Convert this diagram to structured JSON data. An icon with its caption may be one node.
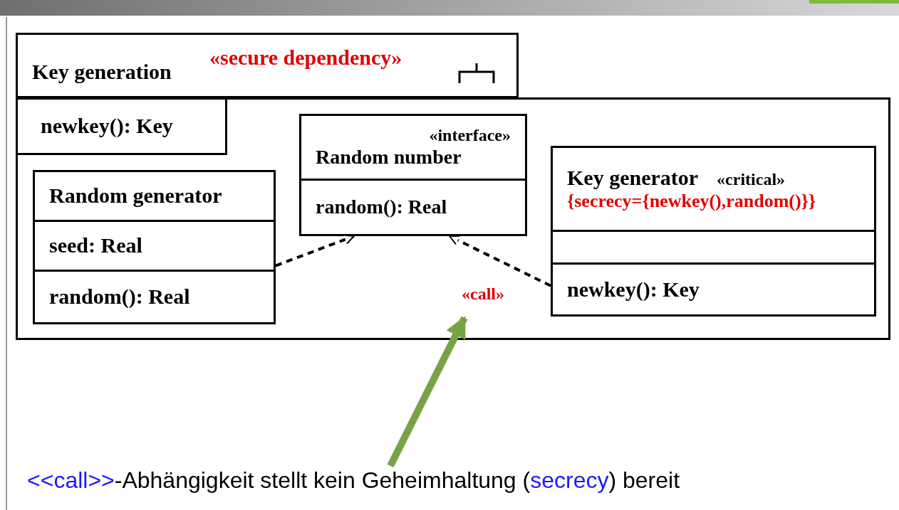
{
  "diagram": {
    "nodes": [
      {
        "text": [
          "Key generation",
          "«secure dependency»"
        ]
      },
      {
        "text": [
          "newkey(): Key"
        ],
        "in": 0
      },
      {
        "text": [
          "Random generator",
          "seed: Real",
          "random(): Real"
        ],
        "in": 0
      },
      {
        "text": [
          "«interface»",
          "Random number",
          "random(): Real"
        ],
        "in": 0
      },
      {
        "text": [
          "Key generator",
          "«critical»",
          "{secrecy={newkey(),random()}}",
          "newkey(): Key"
        ],
        "in": 0
      },
      {
        "text": [
          "*<<call>>*-Abhängigkeit stellt kein Geheimhaltung (*secrecy*) bereit"
        ]
      }
    ],
    "edges": [
      {
        "from": 2,
        "to": 3,
        "arrow": "to",
        "style": "dashed"
      },
      {
        "from": 4,
        "to": 3,
        "arrow": "to",
        "style": "dashed",
        "label": "«call»"
      },
      {
        "from": 5,
        "to": 0,
        "arrow": "to",
        "style": "thick",
        "color": "#77a345"
      }
    ]
  }
}
